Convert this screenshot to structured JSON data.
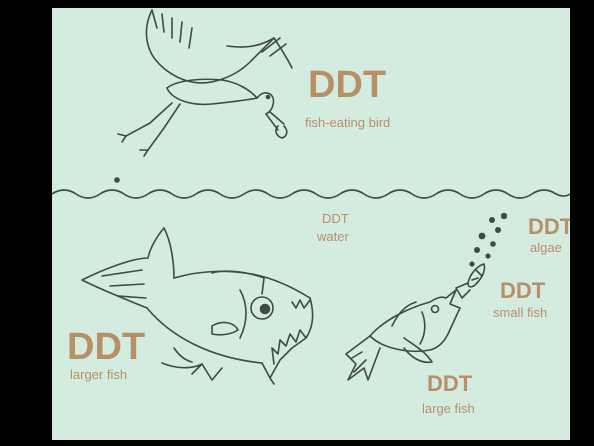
{
  "colors": {
    "slide_bg": "#d4ebe0",
    "label": "#b89068",
    "ink": "#3f4b42",
    "frame": "#000000"
  },
  "labels": {
    "bird": {
      "title": "DDT",
      "caption": "fish-eating bird"
    },
    "water": {
      "title": "DDT",
      "caption": "water"
    },
    "algae": {
      "title": "DDT",
      "caption": "algae"
    },
    "small_fish": {
      "title": "DDT",
      "caption": "small fish"
    },
    "larger_fish": {
      "title": "DDT",
      "caption": "larger fish"
    },
    "large_fish": {
      "title": "DDT",
      "caption": "large fish"
    }
  },
  "icons": [
    "bird-drawing",
    "water-surface-waves",
    "algae-dots",
    "small-fish-drawing",
    "larger-fish-drawing",
    "large-fish-drawing"
  ]
}
